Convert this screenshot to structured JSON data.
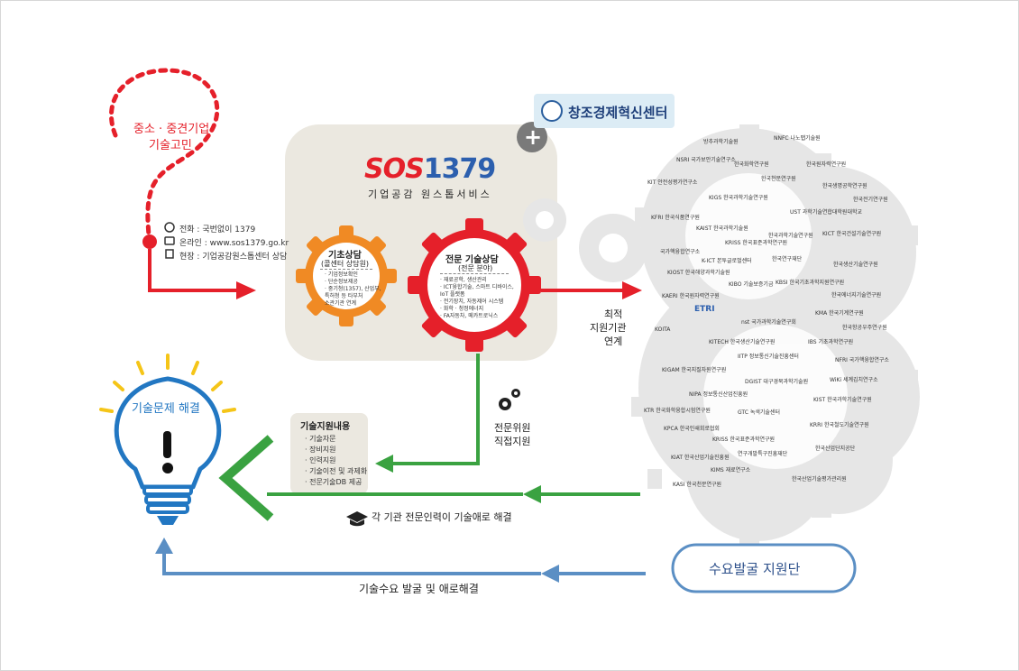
{
  "start_bubble": {
    "line1": "중소 · 중견기업",
    "line2": "기술고민"
  },
  "contact": [
    {
      "icon": "phone-icon",
      "label": "전화 : 국번없이 1379"
    },
    {
      "icon": "web-icon",
      "label": "온라인 : www.sos1379.go.kr"
    },
    {
      "icon": "building-icon",
      "label": "현장 : 기업공감원스톱센터 상담"
    }
  ],
  "logo": {
    "sos": "SOS",
    "number": "1379",
    "subtitle": "기업공감 원스톱서비스"
  },
  "plus_partner": {
    "plus": "+",
    "name": "창조경제혁신센터"
  },
  "basic_gear": {
    "title": "기초상담",
    "subtitle": "(콜센터 상담원)",
    "items": [
      "· 기업정보확인",
      "· 단순정보제공",
      "· 중기청(1357), 산업부,",
      "  특허청 등 타부처",
      "  소관기관 연계"
    ]
  },
  "expert_gear": {
    "title": "전문 기술상담",
    "subtitle": "(전문 분야)",
    "items": [
      "· 재료공학, 생산관리",
      "· ICT융합기술, 스마트 디바이스,",
      "  IoT 플랫폼",
      "· 전기장치, 자동제어 시스템",
      "· 화학 · 청정에너지",
      "· FA자동차, 메카트로닉스"
    ]
  },
  "institution_link": {
    "line1": "최적",
    "line2": "지원기관",
    "line3": "연계"
  },
  "expert_support": {
    "line1": "전문위원",
    "line2": "직접지원"
  },
  "support_box": {
    "title": "기술지원내용",
    "items": [
      "· 기술자문",
      "· 장비지원",
      "· 인력지원",
      "· 기술이전 및 과제화",
      "· 전문기술DB 제공"
    ]
  },
  "bulb_label": "기술문제 해결",
  "green_bottom_label": "각 기관 전문인력이 기술애로 해결",
  "blue_bottom_label": "기술수요 발굴 및 애로해결",
  "demand_button": "수요발굴 지원단",
  "organizations": [
    "NNFC 나노팹기술원",
    "방추과학기술원",
    "NSRI 국가보안기술연구소",
    "한국화학연구원",
    "한국원자력연구원",
    "KIT 안전성평가연구소",
    "한국천문연구원",
    "한국생명공학연구원",
    "KIGS 한국과학기술연구원",
    "한국전기연구원",
    "KFRI 한국식품연구원",
    "UST 과학기술연합대학원대학교",
    "KAIST 한국과학기술원",
    "KRISS 한국표준과학연구원",
    "KICT 한국건설기술연구원",
    "한국과학기술연구원",
    "국가핵융합연구소",
    "한국연구재단",
    "한국생산기술연구원",
    "K-ICT 본투글로벌센터",
    "KIOST 한국해양과학기술원",
    "KIBO 기술보증기금",
    "KBSI 한국기초과학지원연구원",
    "한국에너지기술연구원",
    "ETRI",
    "KAERI 한국원자력연구원",
    "nst 국가과학기술연구회",
    "KMA 한국기계연구원",
    "한국항공우주연구원",
    "KOITA",
    "KITECH 한국생산기술연구원",
    "IBS 기초과학연구원",
    "IITP 정보통신기술진흥센터",
    "NFRI 국가핵융합연구소",
    "KIGAM 한국지질자원연구원",
    "DGIST 대구경북과학기술원",
    "WiKi 세계김치연구소",
    "NIPA 정보통신산업진흥원",
    "KIST 한국과학기술연구원",
    "KTR 한국화학융합시험연구원",
    "GTC 녹색기술센터",
    "KRRI 한국철도기술연구원",
    "KPCA 한국인쇄회로협회",
    "KRISS 한국표준과학연구원",
    "한국산업단지공단",
    "연구개발특구진흥재단",
    "KIAT 한국산업기술진흥원",
    "KIMS 재료연구소",
    "KASI 한국천문연구원",
    "한국산업기술평가관리원"
  ],
  "colors": {
    "red": "#e5202a",
    "orange": "#f08a24",
    "green": "#3aa241",
    "blue": "#5b8fc4",
    "bulb": "#2277c2",
    "yellow": "#f5c518",
    "panel": "#ebe8e0"
  }
}
